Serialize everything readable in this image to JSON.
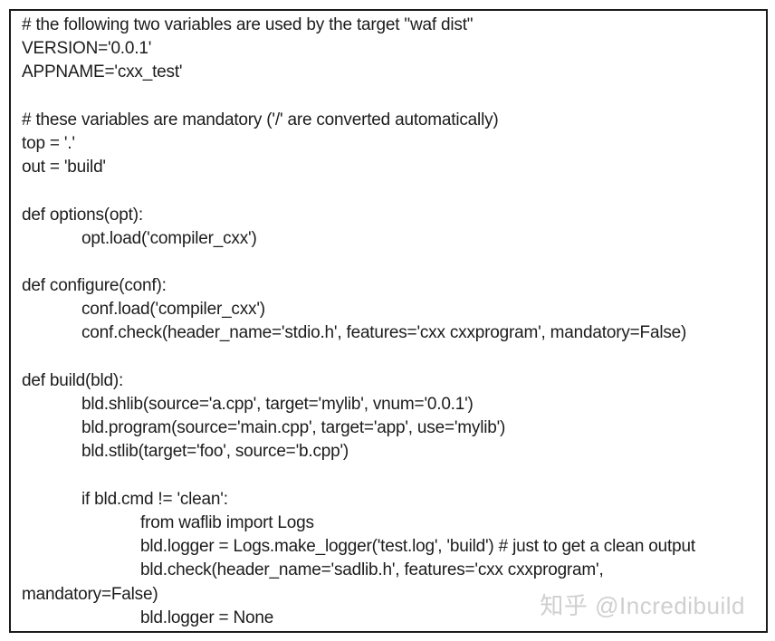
{
  "code": {
    "language": "python",
    "description": "waf wscript build file",
    "lines": [
      {
        "indent": 0,
        "text": "# the following two variables are used by the target \"waf dist\""
      },
      {
        "indent": 0,
        "text": "VERSION='0.0.1'"
      },
      {
        "indent": 0,
        "text": "APPNAME='cxx_test'"
      },
      {
        "indent": 0,
        "text": ""
      },
      {
        "indent": 0,
        "text": "# these variables are mandatory ('/' are converted automatically)"
      },
      {
        "indent": 0,
        "text": "top = '.'"
      },
      {
        "indent": 0,
        "text": "out = 'build'"
      },
      {
        "indent": 0,
        "text": ""
      },
      {
        "indent": 0,
        "text": "def options(opt):"
      },
      {
        "indent": 1,
        "text": "opt.load('compiler_cxx')"
      },
      {
        "indent": 0,
        "text": ""
      },
      {
        "indent": 0,
        "text": "def configure(conf):"
      },
      {
        "indent": 1,
        "text": "conf.load('compiler_cxx')"
      },
      {
        "indent": 1,
        "text": "conf.check(header_name='stdio.h', features='cxx cxxprogram', mandatory=False)"
      },
      {
        "indent": 0,
        "text": ""
      },
      {
        "indent": 0,
        "text": "def build(bld):"
      },
      {
        "indent": 1,
        "text": "bld.shlib(source='a.cpp', target='mylib', vnum='0.0.1')"
      },
      {
        "indent": 1,
        "text": "bld.program(source='main.cpp', target='app', use='mylib')"
      },
      {
        "indent": 1,
        "text": "bld.stlib(target='foo', source='b.cpp')"
      },
      {
        "indent": 0,
        "text": ""
      },
      {
        "indent": 1,
        "text": "if bld.cmd != 'clean':"
      },
      {
        "indent": 2,
        "text": "from waflib import Logs"
      },
      {
        "indent": 2,
        "text": "bld.logger = Logs.make_logger('test.log', 'build') # just to get a clean output"
      },
      {
        "indent": 2,
        "text": "bld.check(header_name='sadlib.h', features='cxx cxxprogram',"
      },
      {
        "indent": 0,
        "text": "mandatory=False)"
      },
      {
        "indent": 2,
        "text": "bld.logger = None"
      }
    ]
  },
  "watermark": {
    "text": "知乎 @Incredibuild",
    "color": "#cfcfcf"
  }
}
